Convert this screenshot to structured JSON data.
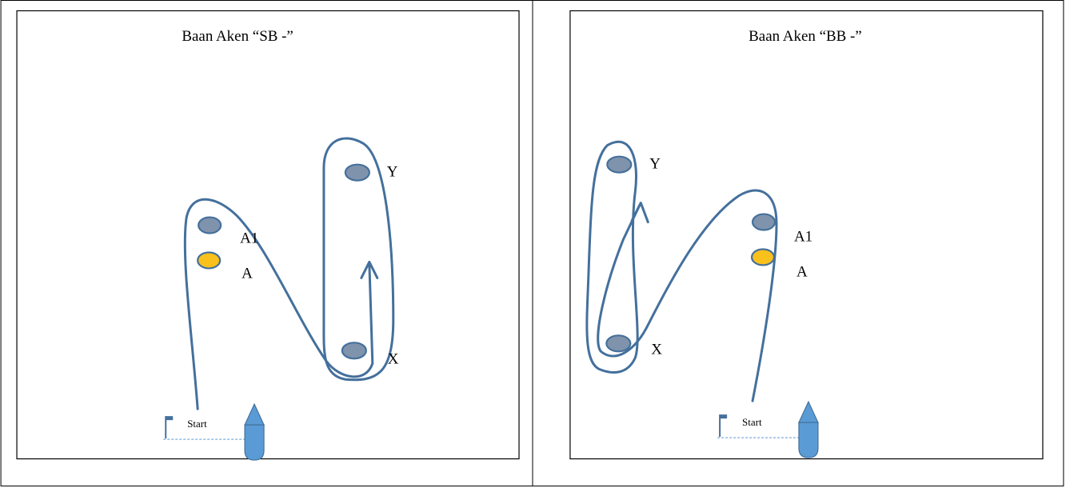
{
  "panels": [
    {
      "title": "Baan Aken  “SB -”",
      "buoys": {
        "y": "Y",
        "a1": "A1",
        "a": "A",
        "x": "X"
      },
      "start_label": "Start"
    },
    {
      "title": "Baan Aken  “BB -”",
      "buoys": {
        "y": "Y",
        "a1": "A1",
        "a": "A",
        "x": "X"
      },
      "start_label": "Start"
    }
  ],
  "colors": {
    "route": "#44709c",
    "buoy_grey": "#8093ac",
    "buoy_yellow": "#fac11c",
    "boat": "#5b9bd5",
    "start_line": "#5b9bd5"
  }
}
